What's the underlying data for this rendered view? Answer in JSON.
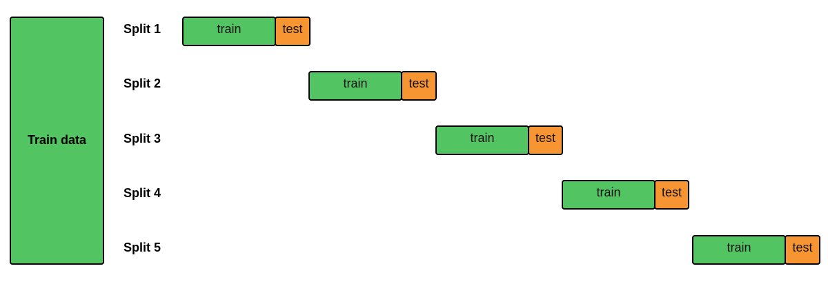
{
  "colors": {
    "train": "#53c462",
    "test": "#f89533",
    "stroke": "#000000"
  },
  "train_data": {
    "label": "Train data"
  },
  "splits": [
    {
      "label": "Split 1",
      "train_label": "train",
      "test_label": "test"
    },
    {
      "label": "Split 2",
      "train_label": "train",
      "test_label": "test"
    },
    {
      "label": "Split 3",
      "train_label": "train",
      "test_label": "test"
    },
    {
      "label": "Split 4",
      "train_label": "train",
      "test_label": "test"
    },
    {
      "label": "Split 5",
      "train_label": "train",
      "test_label": "test"
    }
  ]
}
